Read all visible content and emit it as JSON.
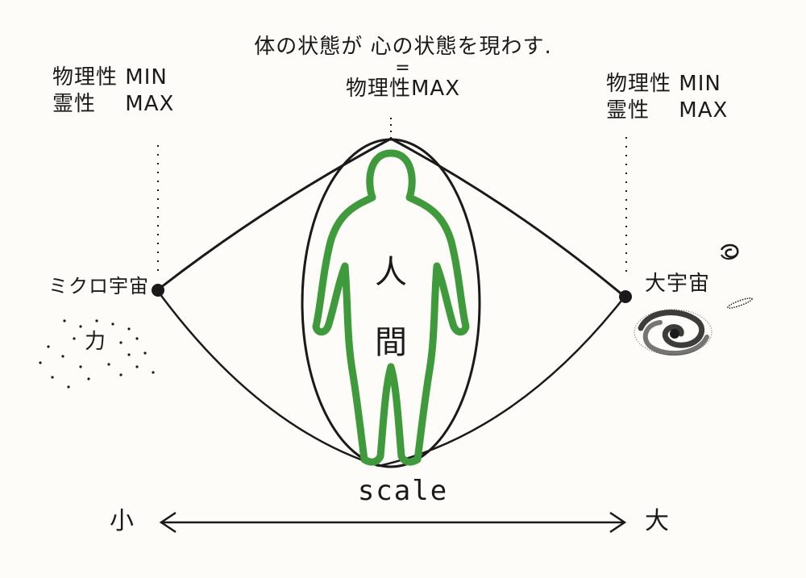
{
  "top_note": {
    "line1": "体の状態が 心の状態を現わす.",
    "equals": "=",
    "line2": "物理性MAX"
  },
  "left_note": {
    "line1": "物理性 MIN",
    "line2": "霊性　 MAX"
  },
  "right_note": {
    "line1": "物理性 MIN",
    "line2": "霊性　 MAX"
  },
  "human": {
    "char1": "人",
    "char2": "間"
  },
  "micro_cosmos": "ミクロ宇宙",
  "force": "力",
  "macro_cosmos": "大宇宙",
  "scale": {
    "label": "scale",
    "small": "小",
    "large": "大"
  },
  "colors": {
    "ink": "#1a1a1a",
    "human_green": "#3f9a3c",
    "paper": "#fdfcf8"
  },
  "icons": [
    "galaxy-icon",
    "small-galaxy-icon",
    "human-silhouette-icon"
  ]
}
